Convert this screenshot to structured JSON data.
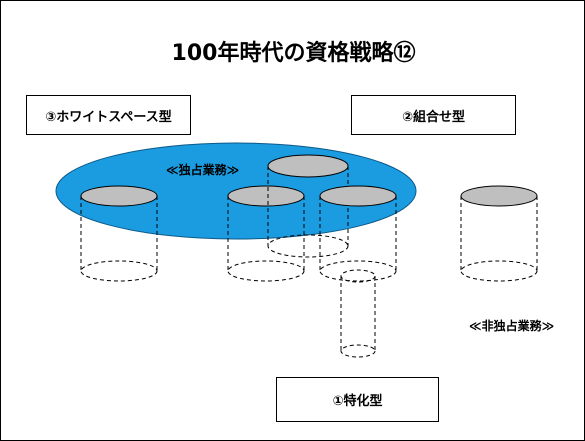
{
  "title": "100年時代の資格戦略⑫",
  "boxes": {
    "whitespace": "③ホワイトスペース型",
    "combination": "②組合せ型",
    "specialized": "①特化型"
  },
  "labels": {
    "exclusive_business": "≪独占業務≫",
    "non_exclusive_business": "≪非独占業務≫"
  },
  "colors": {
    "exclusive_area": "#1b9be0",
    "cylinder_top": "#bfbfbf",
    "line": "#000000"
  }
}
